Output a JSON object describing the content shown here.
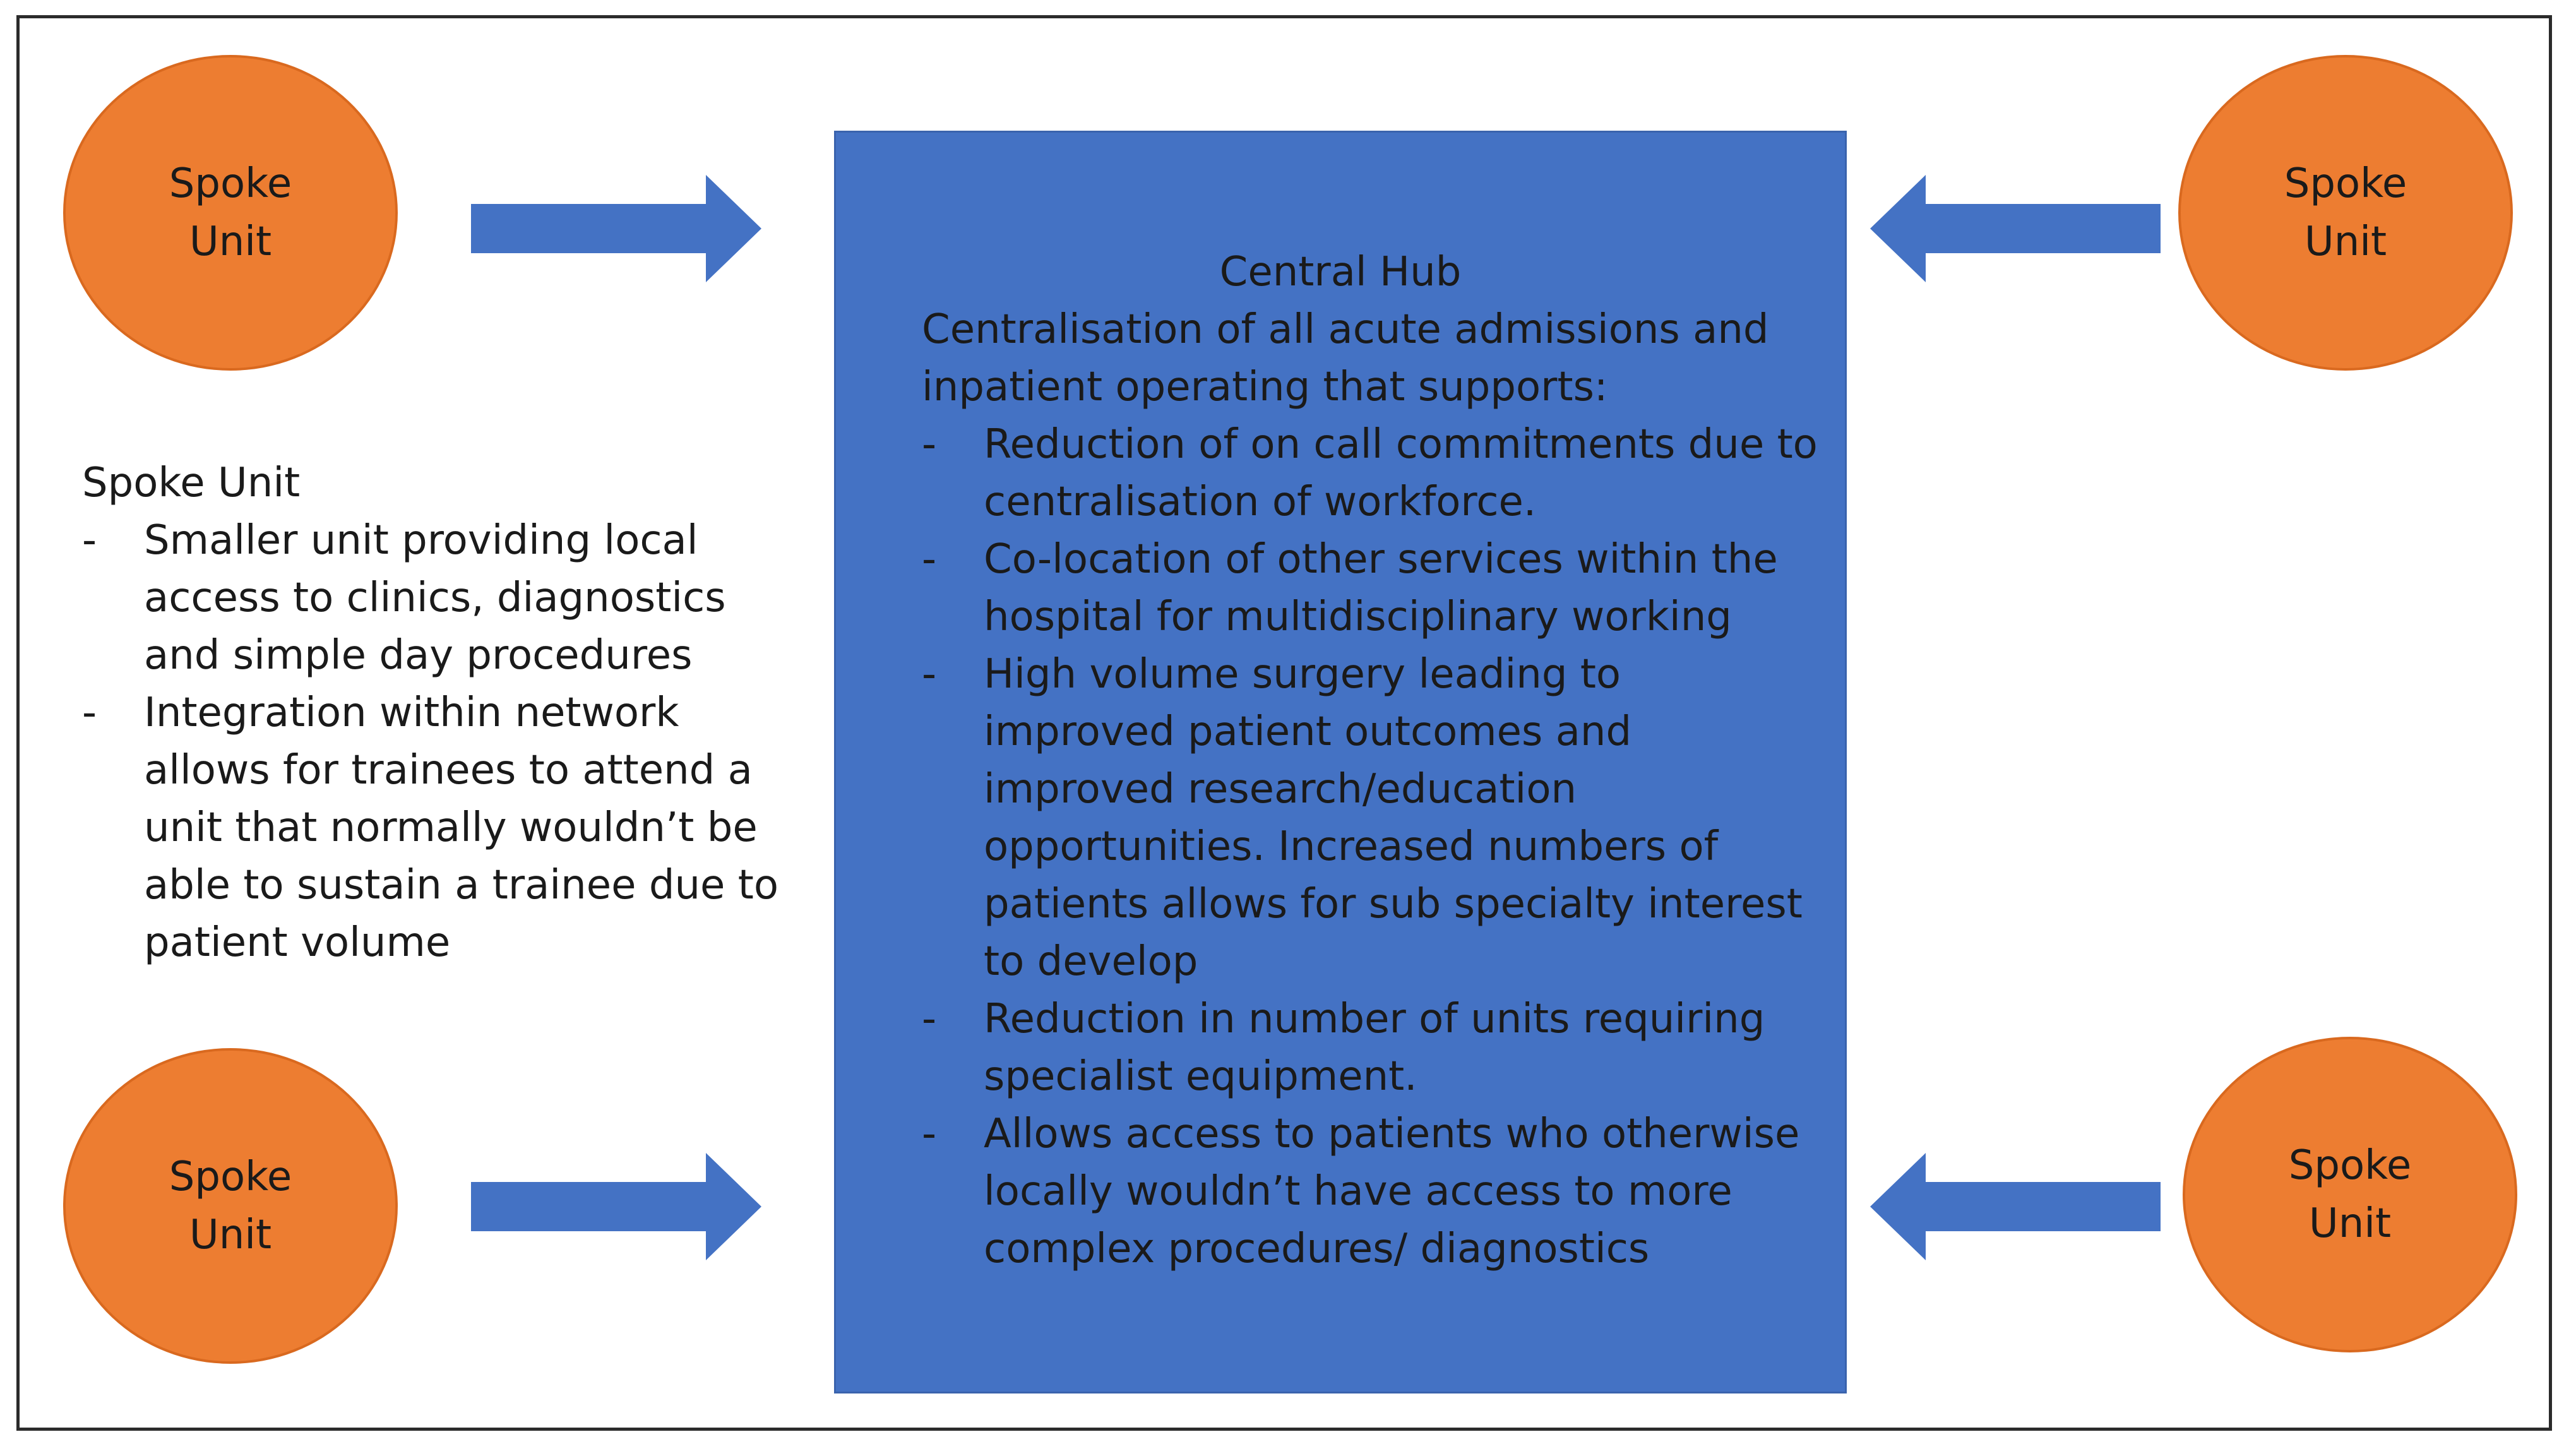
{
  "spokes": {
    "top_left": {
      "line1": "Spoke",
      "line2": "Unit"
    },
    "top_right": {
      "line1": "Spoke",
      "line2": "Unit"
    },
    "bottom_left": {
      "line1": "Spoke",
      "line2": "Unit"
    },
    "bottom_right": {
      "line1": "Spoke",
      "line2": "Unit"
    }
  },
  "hub": {
    "title": "Central Hub",
    "intro": "Centralisation of all acute admissions and inpatient operating that supports:",
    "points": [
      "Reduction of on call commitments due to centralisation of workforce.",
      "Co-location of other services within the hospital for multidisciplinary working",
      "High volume surgery leading to improved patient outcomes and improved research/education opportunities. Increased numbers of patients allows for sub specialty interest to develop",
      "Reduction in number of units requiring specialist equipment.",
      "Allows access to patients who otherwise locally wouldn’t have access to more complex procedures/ diagnostics"
    ]
  },
  "side": {
    "title": "Spoke Unit",
    "points": [
      "Smaller unit providing local access to clinics, diagnostics and simple day procedures",
      "Integration within network allows for trainees to attend a unit that normally wouldn’t be able to sustain a trainee due to patient volume"
    ]
  },
  "colors": {
    "hub_fill": "#4472c4",
    "spoke_fill": "#ed7d31",
    "arrow_fill": "#4472c4"
  }
}
